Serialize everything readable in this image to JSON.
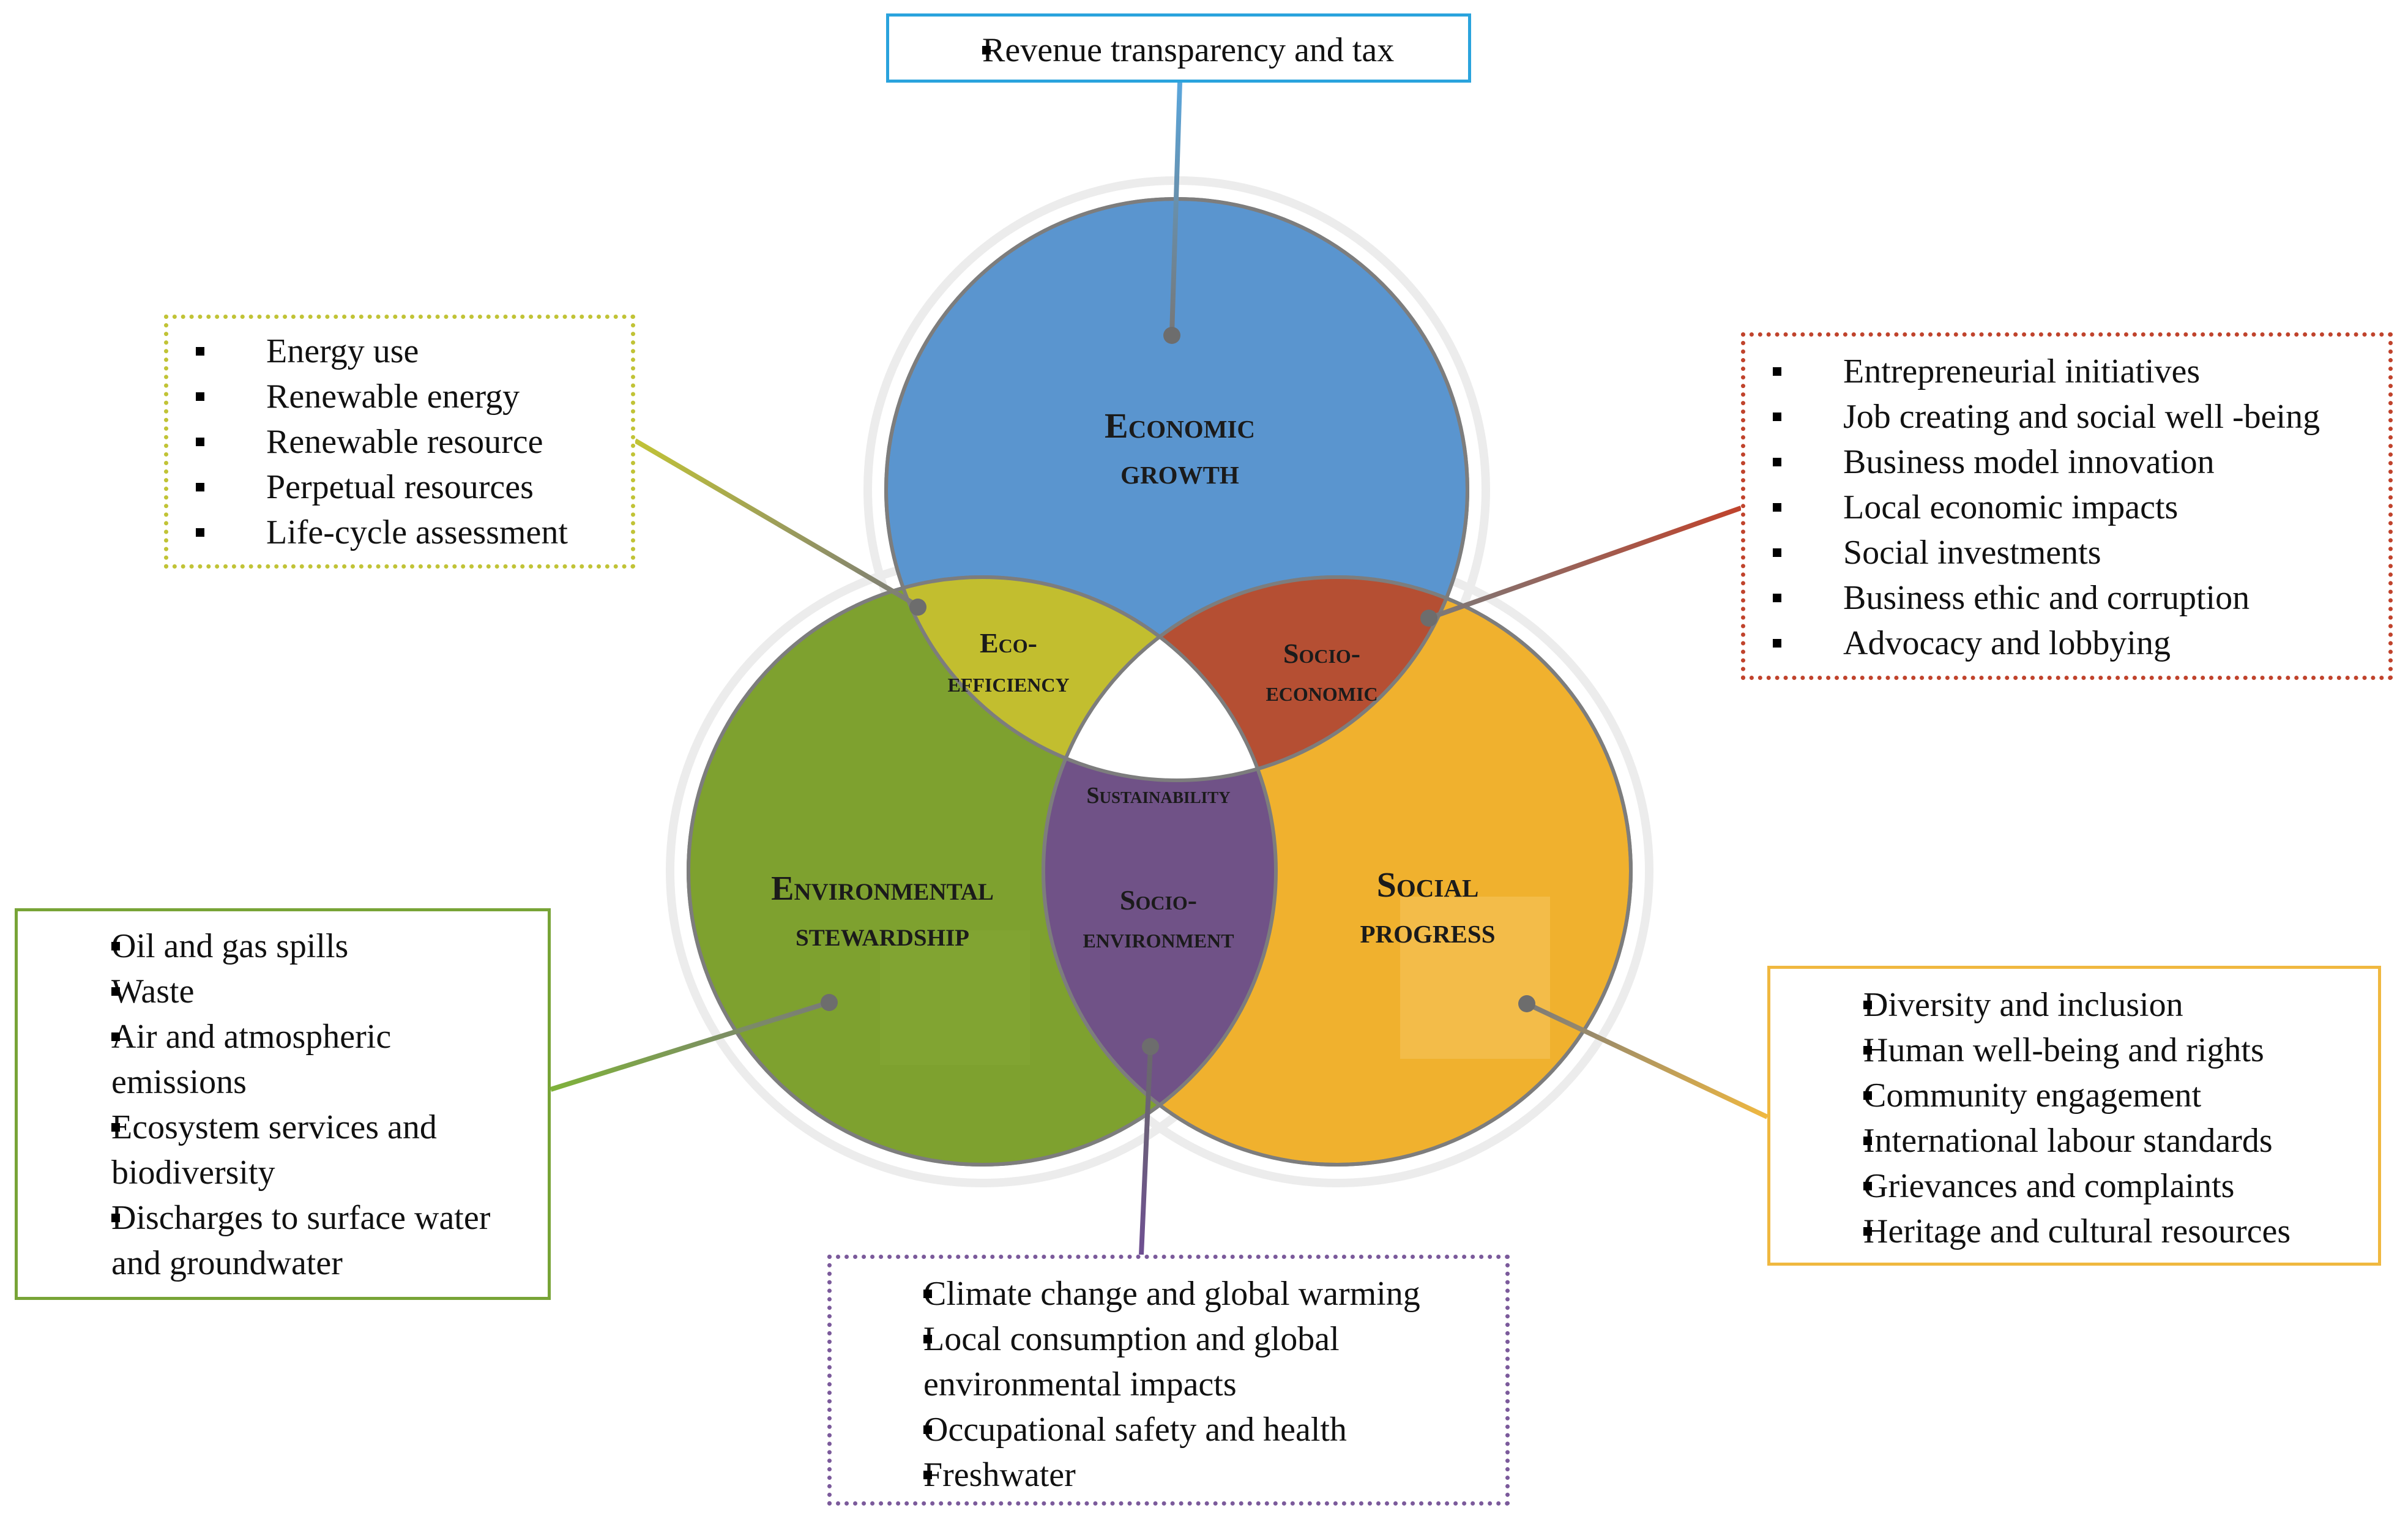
{
  "circles": {
    "economic": {
      "line1": "Economic",
      "line2": "growth",
      "color": "#5a95cf"
    },
    "environmental": {
      "line1": "Environmental",
      "line2": "stewardship",
      "color": "#7ea12f"
    },
    "social": {
      "line1": "Social",
      "line2": "progress",
      "color": "#f0b12e"
    }
  },
  "overlaps": {
    "eco_efficiency": {
      "line1": "Eco-",
      "line2": "efficiency",
      "color": "#c2be2f"
    },
    "socio_economic": {
      "line1": "Socio-",
      "line2": "economic",
      "color": "#b54f33"
    },
    "socio_environment": {
      "line1": "Socio-",
      "line2": "environment",
      "color": "#705287"
    },
    "sustainability": {
      "label": "Sustainability",
      "color": "#ffffff"
    }
  },
  "boxes": {
    "economic": {
      "border_color": "#2aa3dd",
      "items": [
        "Revenue transparency and tax"
      ]
    },
    "eco_efficiency": {
      "border_color": "#c1c336",
      "items": [
        "Energy use",
        "Renewable energy",
        "Renewable resource",
        "Perpetual resources",
        "Life-cycle assessment"
      ]
    },
    "socio_economic": {
      "border_color": "#c0432c",
      "items": [
        "Entrepreneurial initiatives",
        "Job creating and social well -being",
        "Business model innovation",
        "Local economic impacts",
        "Social investments",
        "Business ethic and corruption",
        "Advocacy and lobbying"
      ]
    },
    "environmental": {
      "border_color": "#78a437",
      "items": [
        "Oil and gas spills",
        "Waste",
        "Air and atmospheric emissions",
        "Ecosystem services and biodiversity",
        "Discharges to surface water and groundwater"
      ]
    },
    "social": {
      "border_color": "#f0b840",
      "items": [
        "Diversity and inclusion",
        "Human well-being and rights",
        "Community engagement",
        "International labour standards",
        "Grievances and complaints",
        "Heritage and cultural resources"
      ]
    },
    "socio_environment": {
      "border_color": "#7b5a9b",
      "items": [
        "Climate change and global warming",
        "Local consumption and global environmental impacts",
        "Occupational safety and health",
        "Freshwater"
      ]
    }
  }
}
